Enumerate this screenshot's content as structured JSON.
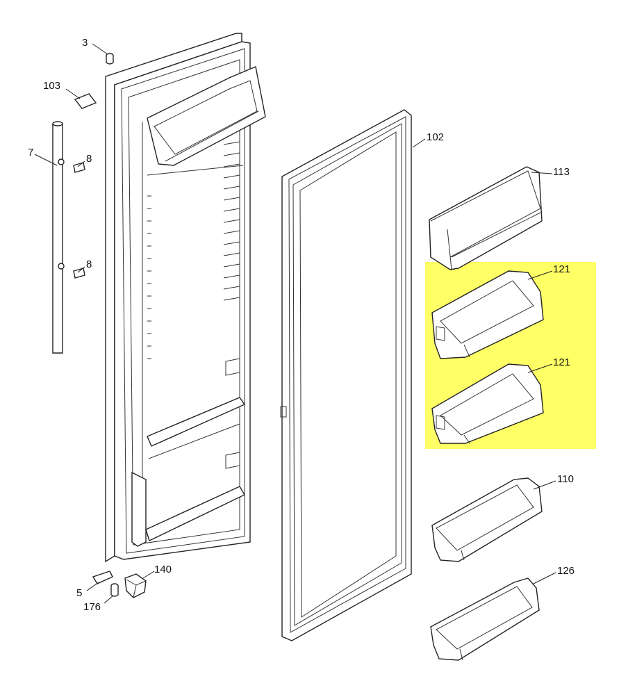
{
  "diagram": {
    "highlight_color": "#ffff66",
    "highlighted_part": "121",
    "labels": {
      "p3": "3",
      "p103": "103",
      "p7": "7",
      "p8a": "8",
      "p8b": "8",
      "p102": "102",
      "p113": "113",
      "p121a": "121",
      "p121b": "121",
      "p110": "110",
      "p126": "126",
      "p140": "140",
      "p5": "5",
      "p176": "176"
    }
  }
}
